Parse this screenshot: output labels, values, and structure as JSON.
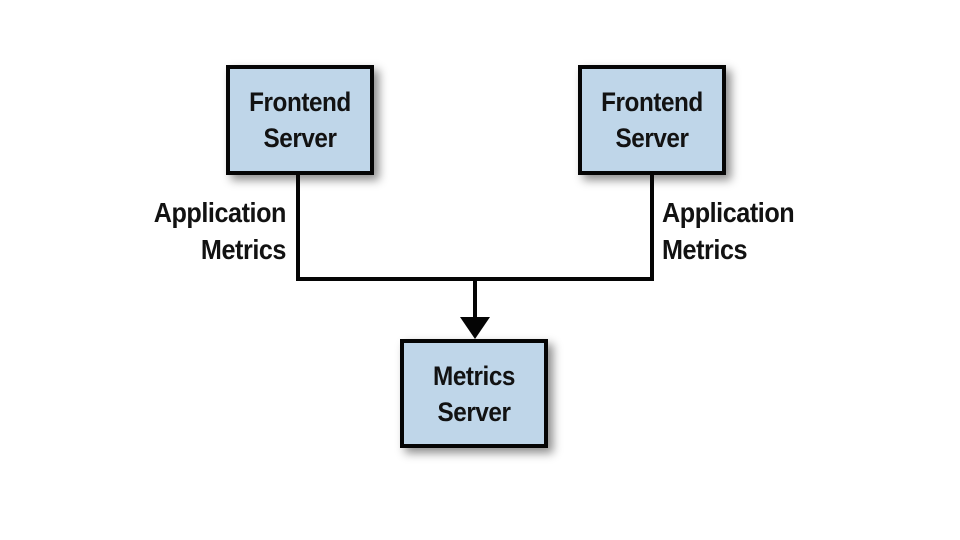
{
  "diagram": {
    "type": "architecture-flow",
    "nodes": {
      "frontend_left": {
        "label": "Frontend Server"
      },
      "frontend_right": {
        "label": "Frontend Server"
      },
      "metrics_server": {
        "label": "Metrics Server"
      }
    },
    "edges": {
      "left": {
        "label": "Application Metrics",
        "from": "frontend_left",
        "to": "metrics_server"
      },
      "right": {
        "label": "Application Metrics",
        "from": "frontend_right",
        "to": "metrics_server"
      }
    },
    "colors": {
      "node_fill": "#bfd6e9",
      "node_border": "#050505",
      "connector": "#050505",
      "text": "#121212",
      "background": "#ffffff"
    }
  }
}
